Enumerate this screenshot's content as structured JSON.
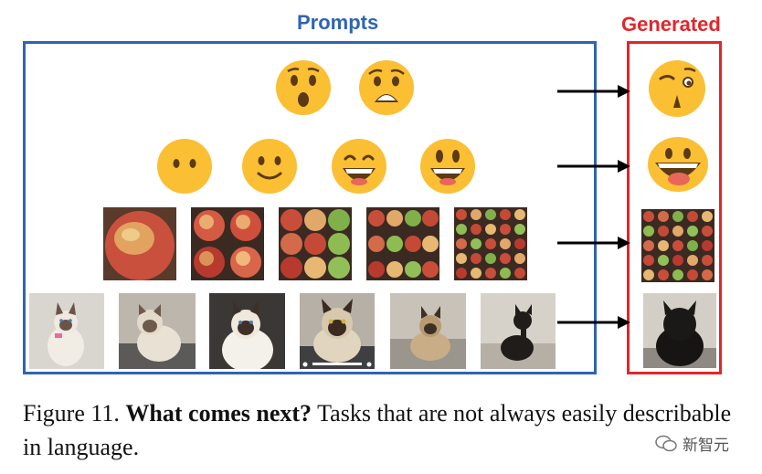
{
  "labels": {
    "prompts": "Prompts",
    "generated": "Generated"
  },
  "colors": {
    "prompts": "#2f64b1",
    "generated": "#e2262a",
    "emoji_face": "#fbbf34",
    "emoji_dark": "#5b3a14"
  },
  "rows": [
    {
      "prompts": [
        "surprised-face",
        "anguished-face"
      ],
      "generated": "winking-face-with-open-mouth"
    },
    {
      "prompts": [
        "neutral-face",
        "slightly-smiling-face",
        "grinning-face",
        "big-eyed-grinning-face"
      ],
      "generated": "tongue-out-face"
    },
    {
      "prompts": [
        "one-apple",
        "four-apples",
        "nine-apples",
        "twelve-apples",
        "many-apples"
      ],
      "generated": "apple-grid"
    },
    {
      "prompts": [
        "siamese-kitten-1",
        "siamese-kitten-2",
        "siamese-kitten-3",
        "siamese-cat-4",
        "siamese-cat-5",
        "black-cat-6"
      ],
      "generated": "black-kitten"
    }
  ],
  "caption": {
    "figure_label": "Figure 11.",
    "bold_title": "What comes next?",
    "text": "Tasks that are not always easily describable in language."
  },
  "watermark": {
    "text": "新智元"
  }
}
